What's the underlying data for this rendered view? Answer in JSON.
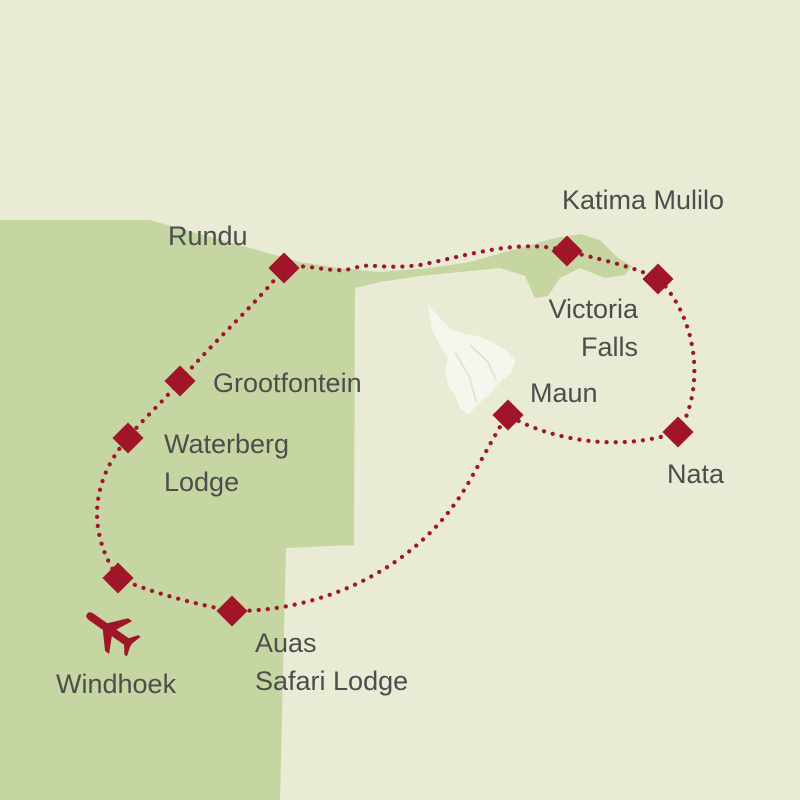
{
  "map": {
    "colors": {
      "background": "#e9ebd4",
      "region": "#c6d6a2",
      "delta": "#f6f6ee",
      "route": "#a01628",
      "marker": "#a01628",
      "text": "#4d4d4d"
    },
    "stops": [
      {
        "id": "windhoek",
        "label_line1": "Windhoek",
        "label_line2": ""
      },
      {
        "id": "waterberg-lodge",
        "label_line1": "Waterberg",
        "label_line2": "Lodge"
      },
      {
        "id": "grootfontein",
        "label_line1": "Grootfontein",
        "label_line2": ""
      },
      {
        "id": "rundu",
        "label_line1": "Rundu",
        "label_line2": ""
      },
      {
        "id": "katima-mulilo",
        "label_line1": "Katima Mulilo",
        "label_line2": ""
      },
      {
        "id": "victoria-falls",
        "label_line1": "Victoria",
        "label_line2": "Falls"
      },
      {
        "id": "nata",
        "label_line1": "Nata",
        "label_line2": ""
      },
      {
        "id": "maun",
        "label_line1": "Maun",
        "label_line2": ""
      },
      {
        "id": "auas-safari-lodge",
        "label_line1": "Auas",
        "label_line2": "Safari Lodge"
      }
    ],
    "airport_icon": "airplane-icon"
  }
}
